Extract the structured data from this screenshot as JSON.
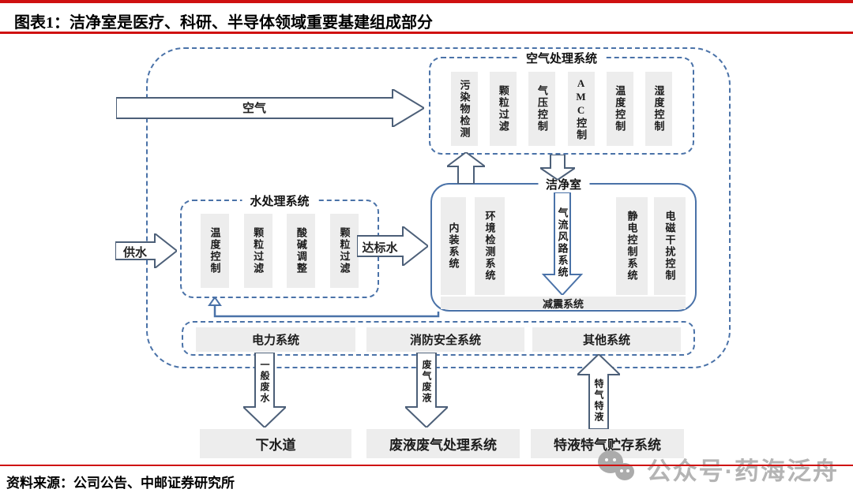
{
  "title": {
    "label": "图表1：洁净室是医疗、科研、半导体领域重要基建组成部分"
  },
  "colors": {
    "accent_red": "#cf1111",
    "diagram_blue": "#4a72a8",
    "arrow_outline": "#4c5f78",
    "box_gray": "#ededed",
    "watermark_gray": "#b4b4b4"
  },
  "diagram": {
    "air_inflow_label": "空气",
    "air_system": {
      "title": "空气处理系统",
      "items": [
        "污染物检测",
        "颗粒过滤",
        "气压控制",
        "AMC控制",
        "温度控制",
        "湿度控制"
      ]
    },
    "cleanroom": {
      "title": "洁净室",
      "left_items": [
        "内装系统",
        "环境检测系统"
      ],
      "center_arrow_label": "气流风路系统",
      "right_items": [
        "静电控制系统",
        "电磁干扰控制"
      ],
      "bottom_item": "减震系统"
    },
    "water_system": {
      "title": "水处理系统",
      "items": [
        "温度控制",
        "颗粒过滤",
        "酸碱调整",
        "颗粒过滤"
      ],
      "inflow_label": "供水",
      "outflow_label": "达标水"
    },
    "utility_row": {
      "items": [
        "电力系统",
        "消防安全系统",
        "其他系统"
      ]
    },
    "outputs": [
      {
        "arrow_label": "一般废水",
        "direction": "down",
        "target": "下水道"
      },
      {
        "arrow_label": "废气废液",
        "direction": "down",
        "target": "废液废气处理系统"
      },
      {
        "arrow_label": "特气特液",
        "direction": "up",
        "target": "特液特气贮存系统"
      }
    ]
  },
  "footer": {
    "source": "资料来源：公司公告、中邮证券研究所"
  },
  "watermark": {
    "icon": "wechat-icon",
    "label": "公众号·药海泛舟"
  }
}
